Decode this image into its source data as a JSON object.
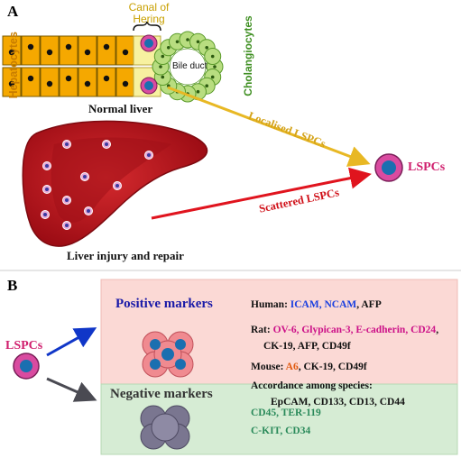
{
  "colors": {
    "hepatocyte_fill": "#f5a800",
    "hepatocyte_stroke": "#7a5a00",
    "canal_fill": "#f7f1a0",
    "cholangiocyte_fill": "#b8dd80",
    "cholangiocyte_stroke": "#5a9a2a",
    "liver_dark": "#b3121c",
    "liver_light": "#e03a3a",
    "lspc_ring": "#d94ba0",
    "lspc_core": "#1a6fb0",
    "arrow_gold": "#e8b824",
    "arrow_red": "#e0141e",
    "arrow_blue": "#1036c8",
    "arrow_gray": "#4a4a52",
    "positive_bg": "#fbd9d5",
    "negative_bg": "#d6ecd4",
    "hepatocytes_label": "#c77c00",
    "cholangiocytes_label": "#3f8f22",
    "canal_label": "#c8a000",
    "localised_label": "#d4a31a",
    "scattered_label": "#d01018",
    "lspcs_label": "#d0206e",
    "positive_title": "#1a1aa8",
    "negative_title": "#333333",
    "blue_marker": "#1a3fe0",
    "magenta_marker": "#cc1188",
    "orange_marker": "#e05a10",
    "green_marker": "#2a8a5a"
  },
  "panel_a": {
    "letter": "A",
    "hepatocytes": "Hepatocytes",
    "canal": [
      "Canal of",
      "Hering"
    ],
    "bile_duct": "Bile duct",
    "cholangiocytes": "Cholangiocytes",
    "normal_liver": "Normal liver",
    "localised": "Localised LSPCs",
    "scattered": "Scattered LSPCs",
    "lspcs": "LSPCs",
    "injury": "Liver injury and repair"
  },
  "panel_b": {
    "letter": "B",
    "lspcs": "LSPCs",
    "positive_title": "Positive markers",
    "negative_title": "Negative markers",
    "positive_lines": [
      [
        {
          "text": "Human: ",
          "c": "k"
        },
        {
          "text": "ICAM, NCAM",
          "c": "b"
        },
        {
          "text": ", AFP",
          "c": "k"
        }
      ],
      [
        {
          "text": "Rat: ",
          "c": "k"
        },
        {
          "text": "OV-6, Glypican-3, E-cadherin, CD24",
          "c": "m"
        },
        {
          "text": ",",
          "c": "k"
        }
      ],
      [
        {
          "text": "CK-19, AFP, CD49f",
          "c": "k"
        }
      ],
      [
        {
          "text": "Mouse: ",
          "c": "k"
        },
        {
          "text": "A6",
          "c": "o"
        },
        {
          "text": ", CK-19, CD49f",
          "c": "k"
        }
      ],
      [
        {
          "text": "Accordance among species:",
          "c": "k"
        }
      ],
      [
        {
          "text": "EpCAM, CD133, CD13, CD44",
          "c": "k"
        }
      ]
    ],
    "negative_lines": [
      "CD45, TER-119",
      "C-KIT, CD34"
    ]
  }
}
